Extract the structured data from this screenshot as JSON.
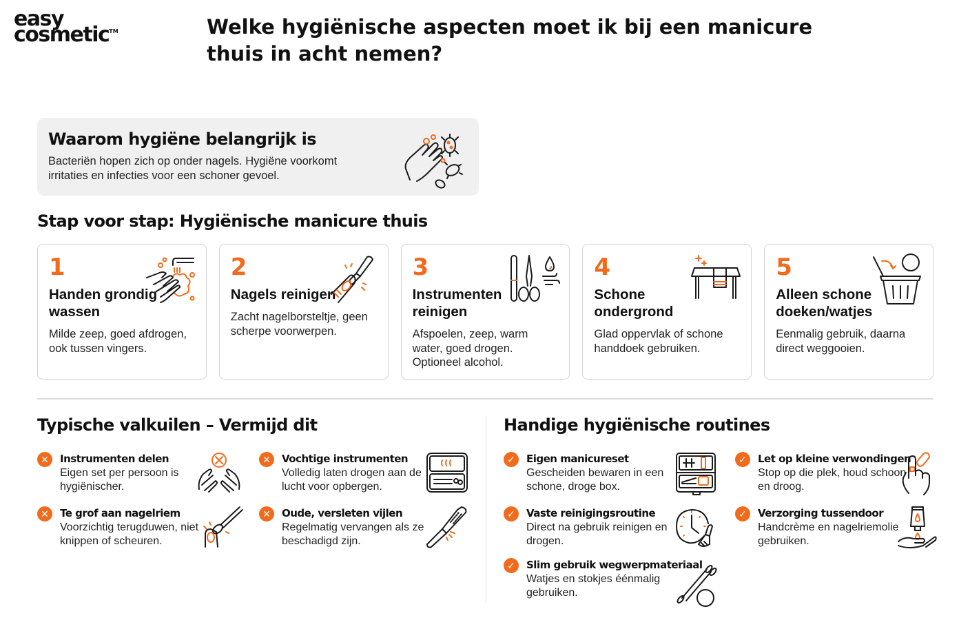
{
  "brand": {
    "line1": "easy",
    "line2": "cosmetic",
    "trademark": "TM",
    "accent_color": "#f26a1b"
  },
  "page_title": "Welke hygiënische aspecten moet ik bij een manicure thuis in acht nemen?",
  "why": {
    "title": "Waarom hygiëne belangrijk is",
    "text": "Bacteriën hopen zich op onder nagels. Hygiëne voorkomt irritaties en infecties voor een schoner gevoel.",
    "icon": "hand-bacteria-icon"
  },
  "steps_section": {
    "title": "Stap voor stap: Hygiënische manicure thuis",
    "steps": [
      {
        "number": "1",
        "title": "Handen grondig wassen",
        "text": "Milde zeep, goed afdrogen, ook tussen vingers.",
        "icon": "hand-washing-icon"
      },
      {
        "number": "2",
        "title": "Nagels reinigen",
        "text": "Zacht nagelborsteltje, geen scherpe voorwerpen.",
        "icon": "nail-brush-icon"
      },
      {
        "number": "3",
        "title": "Instrumenten reinigen",
        "text": "Afspoelen, zeep, warm water, goed drogen. Optioneel alcohol.",
        "icon": "file-scissors-icon"
      },
      {
        "number": "4",
        "title": "Schone ondergrond",
        "text": "Glad oppervlak of schone handdoek gebruiken.",
        "icon": "table-towel-icon"
      },
      {
        "number": "5",
        "title": "Alleen schone doeken/watjes",
        "text": "Eenmalig gebruik, daarna direct weggooien.",
        "icon": "trash-bin-icon"
      }
    ]
  },
  "pitfalls": {
    "title": "Typische valkuilen – Vermijd dit",
    "badge": "✕",
    "items": [
      {
        "title": "Instrumenten delen",
        "text": "Eigen set per persoon is hygiënischer.",
        "icon": "no-sharing-hands-icon"
      },
      {
        "title": "Vochtige instrumenten",
        "text": "Volledig laten drogen aan de lucht voor opbergen.",
        "icon": "wet-case-icon"
      },
      {
        "title": "Te grof aan nagelriem",
        "text": "Voorzichtig terugduwen, niet knippen of scheuren.",
        "icon": "cuticle-pusher-icon"
      },
      {
        "title": "Oude, versleten vijlen",
        "text": "Regelmatig vervangen als ze beschadigd zijn.",
        "icon": "worn-file-icon"
      }
    ]
  },
  "routines": {
    "title": "Handige hygiënische routines",
    "badge": "✓",
    "items": [
      {
        "title": "Eigen manicureset",
        "text": "Gescheiden bewaren in een schone, droge box.",
        "icon": "manicure-case-icon"
      },
      {
        "title": "Let op kleine verwondingen",
        "text": "Stop op die plek, houd schoon en droog.",
        "icon": "bandaid-finger-icon"
      },
      {
        "title": "Vaste reinigingsroutine",
        "text": "Direct na gebruik reinigen en drogen.",
        "icon": "clock-brush-icon"
      },
      {
        "title": "Verzorging tussendoor",
        "text": "Handcrème en nagelriemolie gebruiken.",
        "icon": "hand-cream-icon"
      },
      {
        "title": "Slim gebruik wegwerpmateriaal",
        "text": "Watjes en stokjes éénmalig gebruiken.",
        "icon": "cotton-swabs-icon"
      }
    ]
  }
}
